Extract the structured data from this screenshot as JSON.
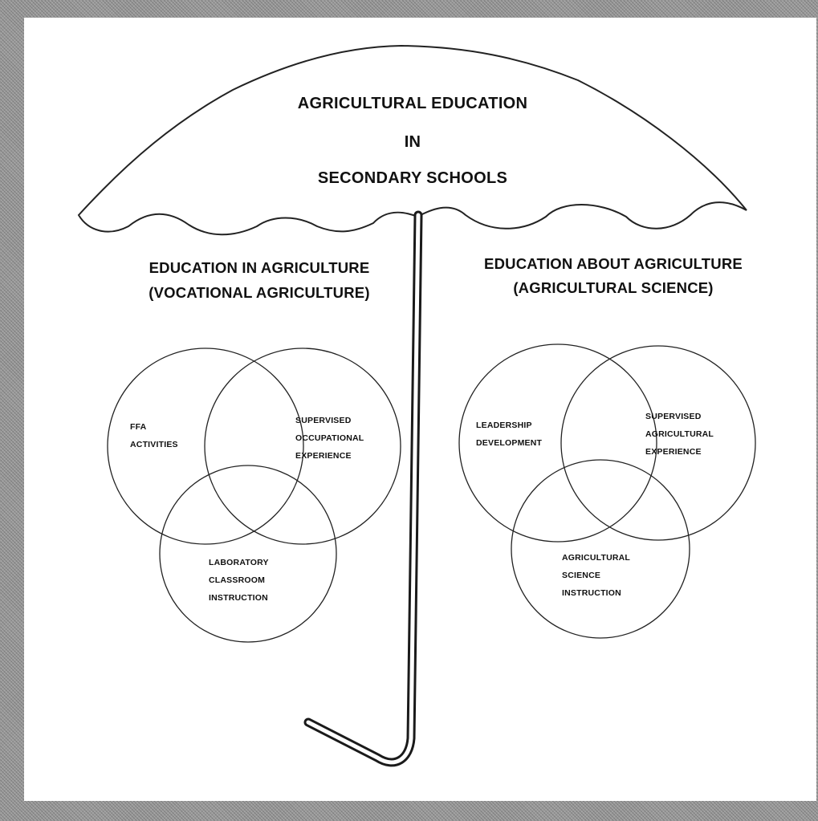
{
  "umbrella": {
    "title_lines": [
      "AGRICULTURAL EDUCATION",
      "IN",
      "SECONDARY SCHOOLS"
    ]
  },
  "left": {
    "heading_lines": [
      "EDUCATION IN AGRICULTURE",
      "(VOCATIONAL AGRICULTURE)"
    ],
    "circles": {
      "top_left": [
        "FFA",
        "ACTIVITIES"
      ],
      "top_right": [
        "SUPERVISED",
        "OCCUPATIONAL",
        "EXPERIENCE"
      ],
      "bottom": [
        "LABORATORY",
        "CLASSROOM",
        "INSTRUCTION"
      ]
    }
  },
  "right": {
    "heading_lines": [
      "EDUCATION ABOUT AGRICULTURE",
      "(AGRICULTURAL SCIENCE)"
    ],
    "circles": {
      "top_left": [
        "LEADERSHIP",
        "DEVELOPMENT"
      ],
      "top_right": [
        "SUPERVISED",
        "AGRICULTURAL",
        "EXPERIENCE"
      ],
      "bottom": [
        "AGRICULTURAL",
        "SCIENCE",
        "INSTRUCTION"
      ]
    }
  }
}
